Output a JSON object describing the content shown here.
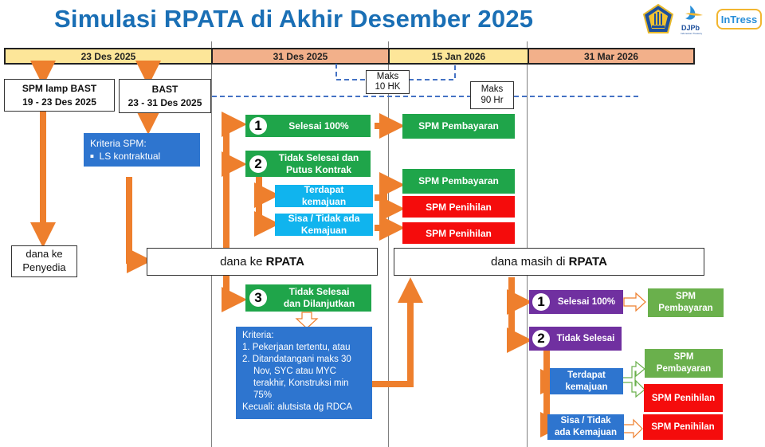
{
  "title": "Simulasi RPATA di Akhir Desember 2025",
  "logos": [
    "kemenkeu-logo",
    "DJPb",
    "InTress"
  ],
  "logo_djpb_text": "DJPb",
  "logo_djpb_sub": "Indonesian Treasury",
  "logo_intress_text": "InTress",
  "timeline": [
    {
      "label": "23 Des 2025",
      "color": "#fde699"
    },
    {
      "label": "31 Des 2025",
      "color": "#f2b08a"
    },
    {
      "label": "15 Jan 2026",
      "color": "#fde699"
    },
    {
      "label": "31 Mar 2026",
      "color": "#f2b08a"
    }
  ],
  "annotations": {
    "maks_hk": [
      "Maks",
      "10 HK"
    ],
    "maks_hr": [
      "Maks",
      "90 Hr"
    ]
  },
  "left": {
    "spm_bast": [
      "SPM lamp BAST",
      "19 - 23 Des 2025"
    ],
    "bast": [
      "BAST",
      "23 - 31 Des 2025"
    ],
    "kriteria_title": "Kriteria SPM:",
    "kriteria_item": "LS kontraktual",
    "dana_penyedia": [
      "dana ke",
      "Penyedia"
    ]
  },
  "middle": {
    "opt1_num": "1",
    "opt1": "Selesai 100%",
    "opt2_num": "2",
    "opt2": [
      "Tidak Selesai dan",
      "Putus Kontrak"
    ],
    "opt2a": [
      "Terdapat",
      "kemajuan"
    ],
    "opt2b": [
      "Sisa / Tidak ada",
      "Kemajuan"
    ],
    "opt3_num": "3",
    "opt3": [
      "Tidak Selesai",
      "dan Dilanjutkan"
    ],
    "dana_rpata_prefix": "dana ke ",
    "dana_rpata_bold": "RPATA",
    "kriteria3": {
      "title": "Kriteria:",
      "items": [
        "1. Pekerjaan tertentu, atau",
        "2. Ditandatangani maks 30",
        "Nov, SYC atau MYC",
        "terakhir, Konstruksi min",
        "75%"
      ],
      "except": "Kecuali: alutsista dg RDCA"
    }
  },
  "outcomes_mid": {
    "spm_pembayaran_1": "SPM Pembayaran",
    "spm_pembayaran_2": "SPM Pembayaran",
    "spm_penihilan_1": "SPM Penihilan",
    "spm_penihilan_2": "SPM Penihilan"
  },
  "right": {
    "dana_masih_prefix": "dana masih di ",
    "dana_masih_bold": "RPATA",
    "opt1_num": "1",
    "opt1": "Selesai 100%",
    "opt2_num": "2",
    "opt2": "Tidak Selesai",
    "opt2a": [
      "Terdapat",
      "kemajuan"
    ],
    "opt2b": [
      "Sisa / Tidak",
      "ada Kemajuan"
    ],
    "spm_pembayaran_1": [
      "SPM",
      "Pembayaran"
    ],
    "spm_pembayaran_2": [
      "SPM",
      "Pembayaran"
    ],
    "spm_penihilan_1": "SPM Penihilan",
    "spm_penihilan_2": "SPM Penihilan"
  },
  "colors": {
    "title": "#1a6fb5",
    "arrow": "#ee7f2d",
    "green": "#1fa54a",
    "light_green": "#6ab04c",
    "red": "#f50c0c",
    "cyan": "#10b4ee",
    "blue": "#2e75cf",
    "purple": "#7030a0",
    "dash": "#4472c4"
  }
}
